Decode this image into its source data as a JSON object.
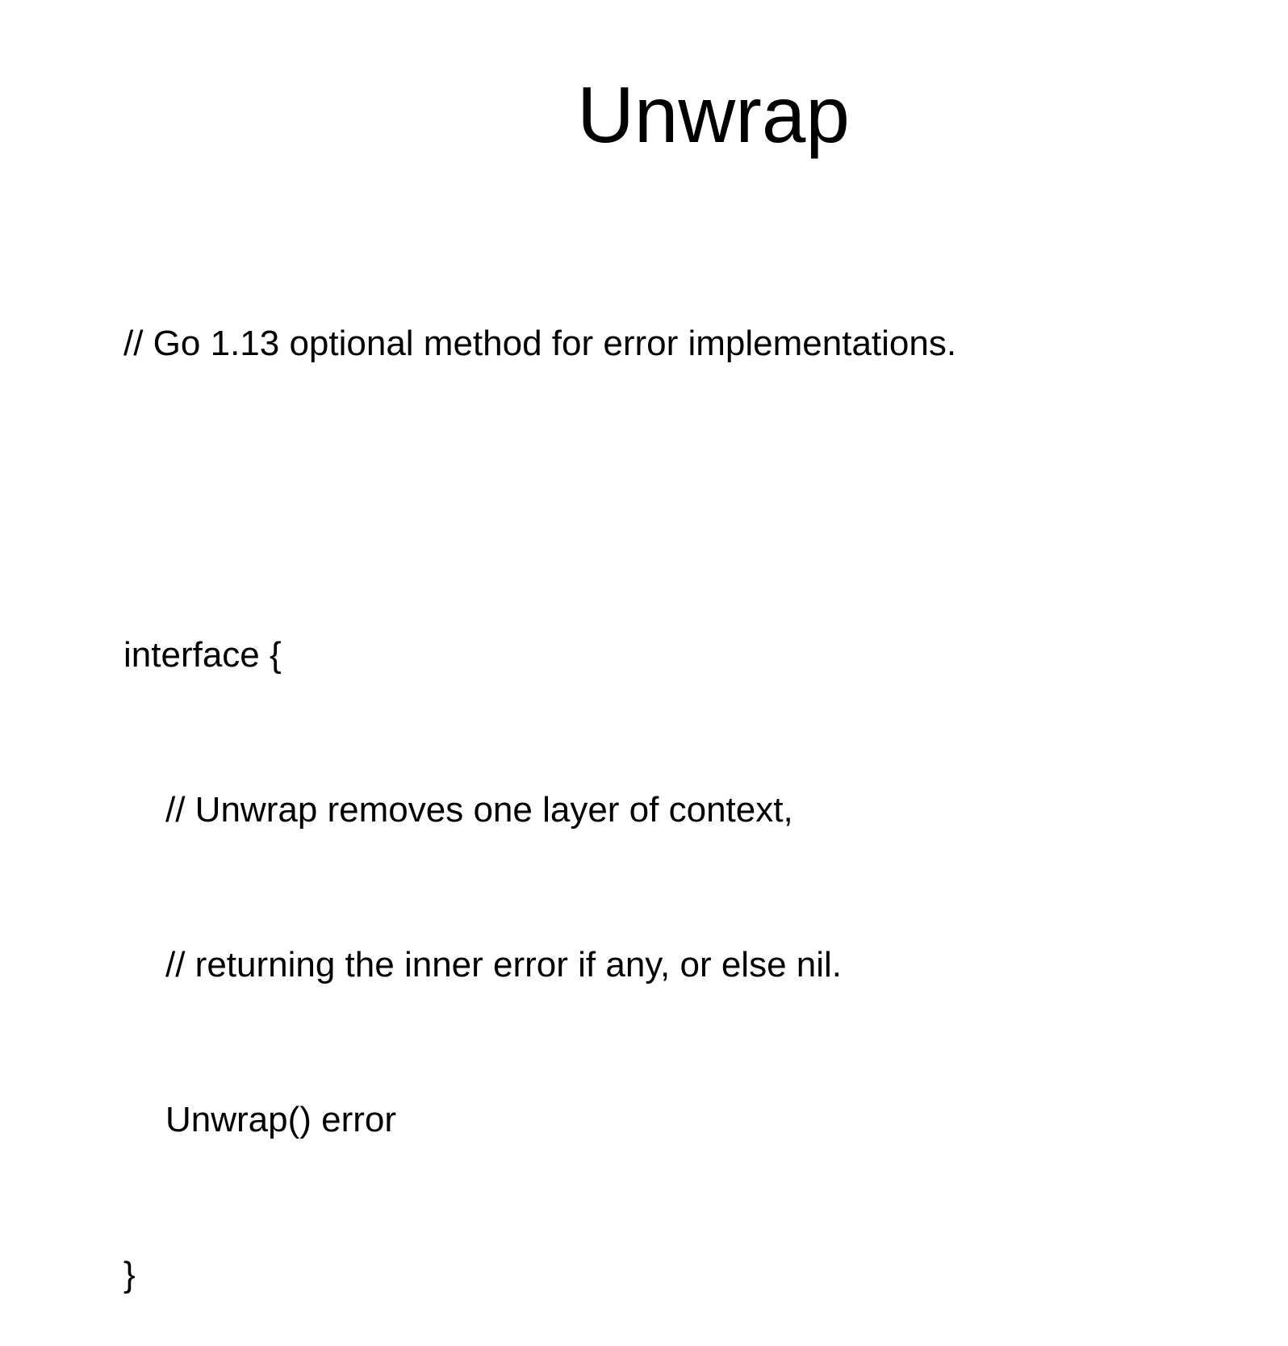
{
  "slide": {
    "title": "Unwrap",
    "code_lines": [
      {
        "text": "// Go 1.13 optional method for error implementations."
      },
      {
        "text": ""
      },
      {
        "text": "interface {"
      },
      {
        "text": "// Unwrap removes one layer of context,"
      },
      {
        "text": "// returning the inner error if any, or else nil."
      },
      {
        "text": "Unwrap() error"
      },
      {
        "text": "}"
      }
    ]
  }
}
